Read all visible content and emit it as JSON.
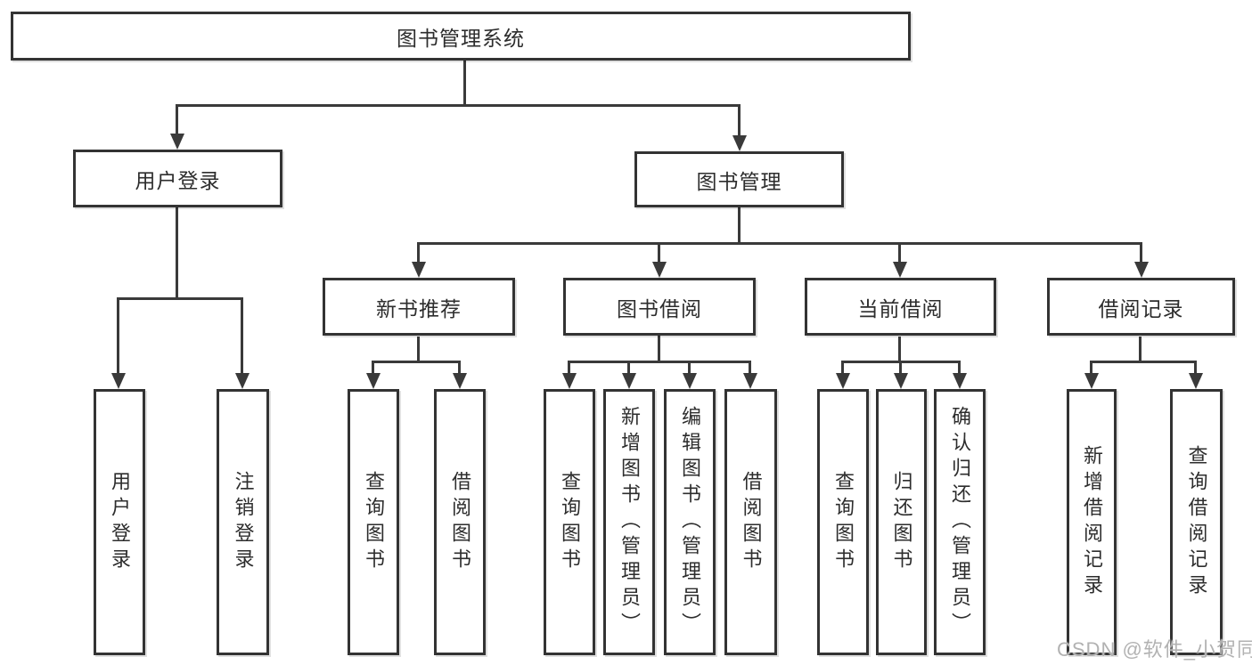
{
  "colors": {
    "background": "#ffffff",
    "line": "#3a3a3a",
    "box_border": "#333333",
    "text": "#2d2d2d",
    "watermark": "#b2b2b2"
  },
  "diagram": {
    "root": "图书管理系统",
    "level2": {
      "user_login": "用户登录",
      "book_mgmt": "图书管理"
    },
    "level3": {
      "new_book": "新书推荐",
      "book_borrow": "图书借阅",
      "current_borrow": "当前借阅",
      "borrow_record": "借阅记录"
    },
    "leaves": {
      "user_login": "用户登录",
      "logout": "注销登录",
      "nb_query": "查询图书",
      "nb_borrow": "借阅图书",
      "bb_query": "查询图书",
      "bb_add": "新增图书（管理员）",
      "bb_edit": "编辑图书（管理员）",
      "bb_borrow": "借阅图书",
      "cb_query": "查询图书",
      "cb_return": "归还图书",
      "cb_confirm": "确认归还（管理员）",
      "br_add": "新增借阅记录",
      "br_query": "查询借阅记录"
    },
    "watermark": "CSDN @软件_小贺同学"
  }
}
